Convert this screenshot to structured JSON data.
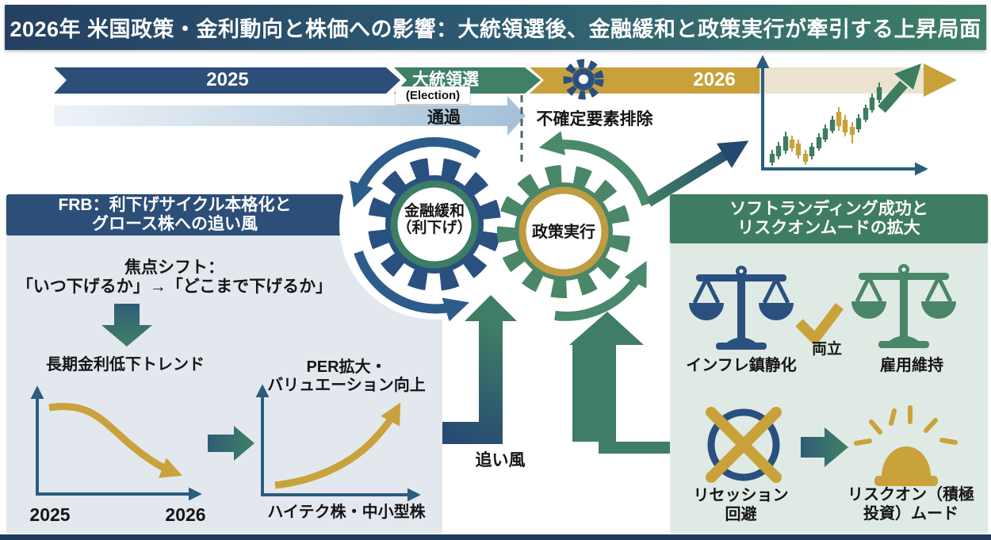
{
  "title": "2026年 米国政策・金利動向と株価への影響：大統領選後、金融緩和と政策実行が牽引する上昇局面",
  "timeline": {
    "y2025": "2025",
    "election": "大統領選",
    "election_en": "(Election)",
    "pass": "通過",
    "y2026": "2026",
    "uncertainty": "不確定要素排除"
  },
  "gears": {
    "left_line1": "金融緩和",
    "left_line2": "（利下げ）",
    "right": "政策実行"
  },
  "tailwind_label": "追い風",
  "left_box": {
    "header_line1": "FRB：利下げサイクル本格化と",
    "header_line2": "グロース株への追い風",
    "focus_line1": "焦点シフト：",
    "focus_line2": "「いつ下げるか」→「どこまで下げるか」",
    "chart1_title": "長期金利低下トレンド",
    "chart1_x_start": "2025",
    "chart1_x_end": "2026",
    "chart2_title_line1": "PER拡大・",
    "chart2_title_line2": "バリュエーション向上",
    "chart2_label": "ハイテク株・中小型株"
  },
  "right_box": {
    "header_line1": "ソフトランディング成功と",
    "header_line2": "リスクオンムードの拡大",
    "scale_left_label": "インフレ鎮静化",
    "balance_label": "両立",
    "scale_right_label": "雇用維持",
    "recession_line1": "リセッション",
    "recession_line2": "回避",
    "riskon_line1": "リスクオン（積極",
    "riskon_line2": "投資）ムード"
  },
  "colors": {
    "navy": "#2a5080",
    "green": "#3f7d66",
    "gold": "#c9a23b",
    "banner_left": "#254062",
    "banner_right": "#3e7f67",
    "panel_left_bg": "#e3e8ee",
    "panel_right_bg": "#e0eae4"
  },
  "chart_data": {
    "type": "candlestick",
    "title": "2026年 株価上昇局面イメージ",
    "colors": {
      "g": "#3e7c5f",
      "y": "#c9a23b"
    },
    "candles": [
      [
        974,
        189,
        194,
        205,
        209,
        "g"
      ],
      [
        982,
        179,
        184,
        197,
        201,
        "g"
      ],
      [
        991,
        166,
        172,
        190,
        194,
        "g"
      ],
      [
        999,
        171,
        176,
        187,
        191,
        "y"
      ],
      [
        1007,
        176,
        181,
        196,
        200,
        "y"
      ],
      [
        1016,
        189,
        194,
        204,
        208,
        "y"
      ],
      [
        1024,
        180,
        185,
        197,
        201,
        "g"
      ],
      [
        1033,
        168,
        173,
        187,
        190,
        "g"
      ],
      [
        1041,
        157,
        162,
        176,
        179,
        "g"
      ],
      [
        1050,
        146,
        151,
        165,
        168,
        "g"
      ],
      [
        1058,
        135,
        141,
        159,
        165,
        "y"
      ],
      [
        1066,
        145,
        151,
        167,
        172,
        "y"
      ],
      [
        1075,
        154,
        160,
        170,
        181,
        "y"
      ],
      [
        1083,
        144,
        149,
        163,
        167,
        "g"
      ],
      [
        1092,
        132,
        136,
        151,
        154,
        "g"
      ],
      [
        1100,
        118,
        123,
        139,
        142,
        "g"
      ],
      [
        1109,
        104,
        110,
        126,
        130,
        "g"
      ]
    ]
  }
}
